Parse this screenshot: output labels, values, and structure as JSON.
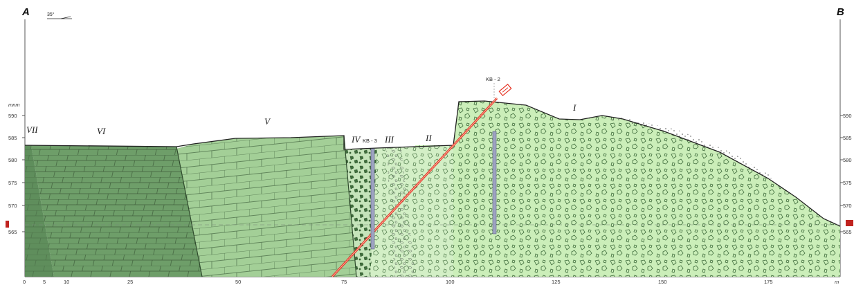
{
  "section": {
    "start_label": "A",
    "end_label": "B",
    "dip_label": "35°",
    "elevation_unit": "mnm",
    "distance_unit": "m",
    "distance_ticks": [
      "0",
      "5",
      "10",
      "25",
      "50",
      "75",
      "100",
      "125",
      "150",
      "175"
    ],
    "elevation_ticks_left": [
      "590",
      "585",
      "580",
      "575",
      "570",
      "565"
    ],
    "elevation_ticks_right": [
      "590",
      "585",
      "580",
      "575",
      "570",
      "565"
    ],
    "zones": [
      "VII",
      "VI",
      "V",
      "IV",
      "III",
      "II",
      "I"
    ],
    "boreholes": [
      "KB - 2",
      "KB - 3"
    ]
  },
  "colors": {
    "zone_VII": "#5f8e5c",
    "zone_VI": "#6e9e69",
    "zone_V": "#a3cf97",
    "zone_IV": "#c5e4ba",
    "zone_III_II": "#d3efc6",
    "zone_I": "#cbeeb9",
    "fault": "#e53020",
    "borehole": "#9ea3c2",
    "marker": "#c0231f"
  }
}
